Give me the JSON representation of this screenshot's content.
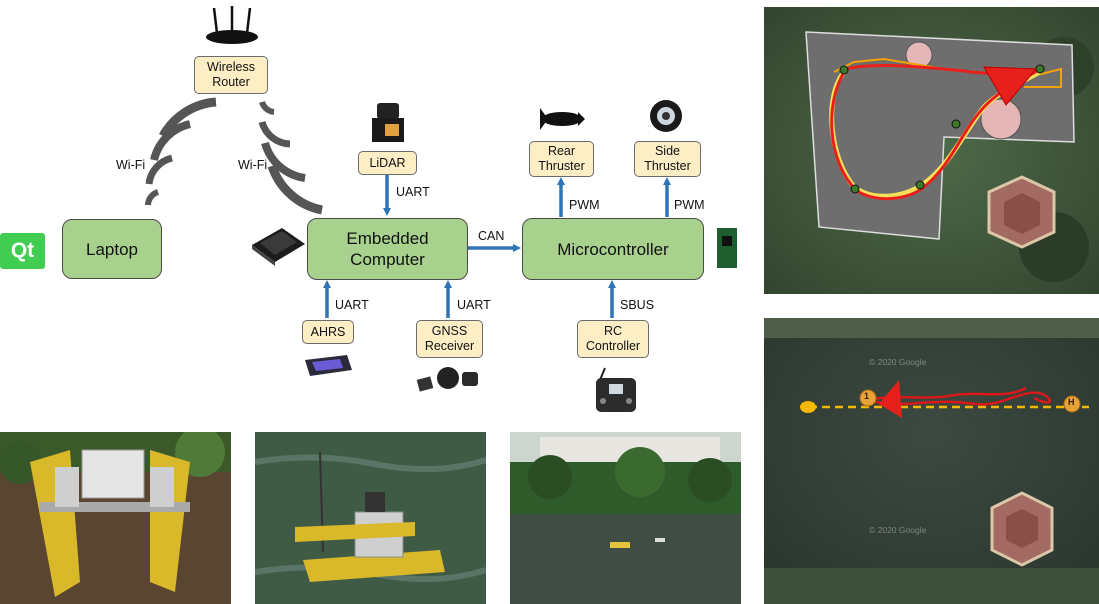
{
  "diagram": {
    "nodes": {
      "wireless_router": "Wireless\nRouter",
      "laptop": "Laptop",
      "embedded_computer": "Embedded\nComputer",
      "microcontroller": "Microcontroller",
      "lidar": "LiDAR",
      "rear_thruster": "Rear\nThruster",
      "side_thruster": "Side\nThruster",
      "ahrs": "AHRS",
      "gnss_receiver": "GNSS\nReceiver",
      "rc_controller": "RC\nController"
    },
    "edges": {
      "wifi_left": "Wi-Fi",
      "wifi_right": "Wi-Fi",
      "lidar_uart": "UART",
      "can": "CAN",
      "rear_pwm": "PWM",
      "side_pwm": "PWM",
      "ahrs_uart": "UART",
      "gnss_uart": "UART",
      "sbus": "SBUS"
    },
    "qt_logo": "Qt"
  },
  "map_watermarks": {
    "bottom_top": "© 2020 Google",
    "bottom_bottom": "© 2020 Google"
  },
  "map_markers": {
    "waypoint_1": "1",
    "home": "H"
  },
  "colors": {
    "box_green": "#a9d18e",
    "box_yellow": "#fdeec6",
    "arrow_blue": "#2e75b6",
    "path_red": "#e8201c",
    "path_yellow": "#f5c518",
    "qt_green": "#41cd52"
  }
}
